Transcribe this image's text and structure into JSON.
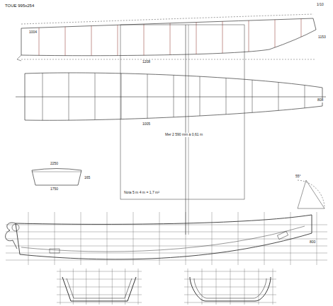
{
  "diagram": {
    "title": "TOUE 995x254",
    "labels": [
      "1/10",
      "1004",
      "1208",
      "1153",
      "808",
      "1005",
      "2250",
      "1750",
      "165",
      "Mer 2 590 mm à 0,61 m",
      "Nota 5 m 4 m = 1,7 m²",
      "55°",
      "800"
    ]
  }
}
